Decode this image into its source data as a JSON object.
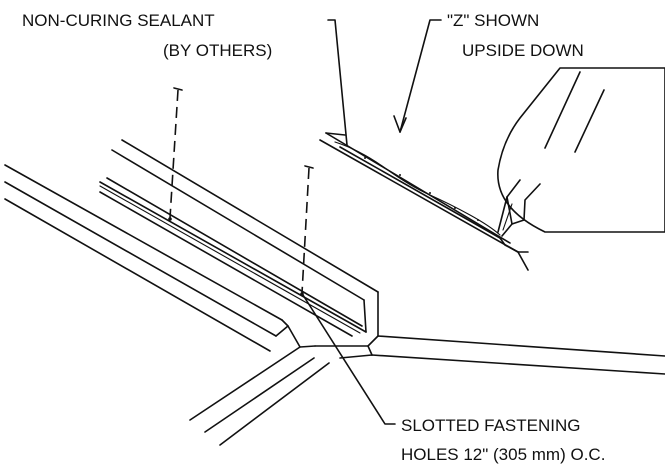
{
  "callouts": {
    "sealant": {
      "line1": "NON-CURING SEALANT",
      "line2": "(BY OTHERS)"
    },
    "z_orientation": {
      "line1": "\"Z\" SHOWN",
      "line2": "UPSIDE DOWN"
    },
    "fastening": {
      "line1": "SLOTTED FASTENING",
      "line2": "HOLES 12\" (305 mm) O.C."
    }
  },
  "colors": {
    "ink": "#111111",
    "background": "#ffffff"
  }
}
